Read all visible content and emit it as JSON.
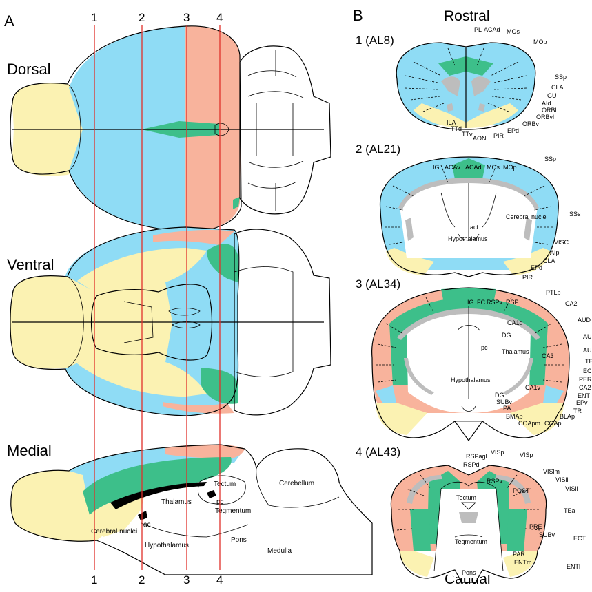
{
  "panel_a": {
    "label": "A",
    "views": [
      {
        "id": "dorsal",
        "label": "Dorsal"
      },
      {
        "id": "ventral",
        "label": "Ventral"
      },
      {
        "id": "medial",
        "label": "Medial"
      }
    ],
    "section_numbers": [
      "1",
      "2",
      "3",
      "4"
    ],
    "medial_regions": [
      "Cerebral nuclei",
      "Thalamus",
      "Tectum",
      "Cerebellum",
      "Tegmentum",
      "Pons",
      "Hypothalamus",
      "Medulla",
      "ac",
      "pc"
    ]
  },
  "panel_b": {
    "label": "B",
    "top_label": "Rostral",
    "bottom_label": "Caudal",
    "sections": [
      {
        "title": "1 (AL8)",
        "labels": [
          "PL",
          "ACAd",
          "MOs",
          "MOp",
          "SSp",
          "CLA",
          "GU",
          "AId",
          "ORBl",
          "ORBvl",
          "ORBv",
          "EPd",
          "PIR",
          "AON",
          "TTv",
          "TTd",
          "ILA"
        ]
      },
      {
        "title": "2 (AL21)",
        "labels": [
          "IG",
          "ACAv",
          "ACAd",
          "MOs",
          "MOp",
          "SSp",
          "SSs",
          "VISC",
          "AIp",
          "CLA",
          "EPd",
          "PIR",
          "Cerebral nuclei",
          "Hypothalamus",
          "act"
        ]
      },
      {
        "title": "3 (AL34)",
        "labels": [
          "IG",
          "FC",
          "RSPv",
          "RSP",
          "PTLp",
          "CA2",
          "AUD",
          "AU",
          "AU",
          "TE",
          "EC",
          "PER",
          "CA2",
          "ENT",
          "EPv",
          "TR",
          "BLAp",
          "COApl",
          "COApm",
          "BMAp",
          "PA",
          "SUBv",
          "DG",
          "CA1v",
          "CA1d",
          "DG",
          "CA3",
          "pc",
          "Thalamus",
          "Hypothalamus"
        ]
      },
      {
        "title": "4 (AL43)",
        "labels": [
          "RSPagl",
          "RSPd",
          "VISp",
          "VISp",
          "VISlm",
          "VISli",
          "VISll",
          "TEa",
          "ECT",
          "ENTl",
          "ENTm",
          "PAR",
          "SUBv",
          "PRE",
          "POST",
          "RSPv",
          "Tectum",
          "Tegmentum",
          "Pons"
        ]
      }
    ]
  },
  "colors": {
    "isocortex_blue": "#8fdcf5",
    "medial_green": "#3dbf8a",
    "posterior_salmon": "#f8b39c",
    "olfactory_yellow": "#fbf2b2",
    "section_line_red": "#e0302a"
  }
}
